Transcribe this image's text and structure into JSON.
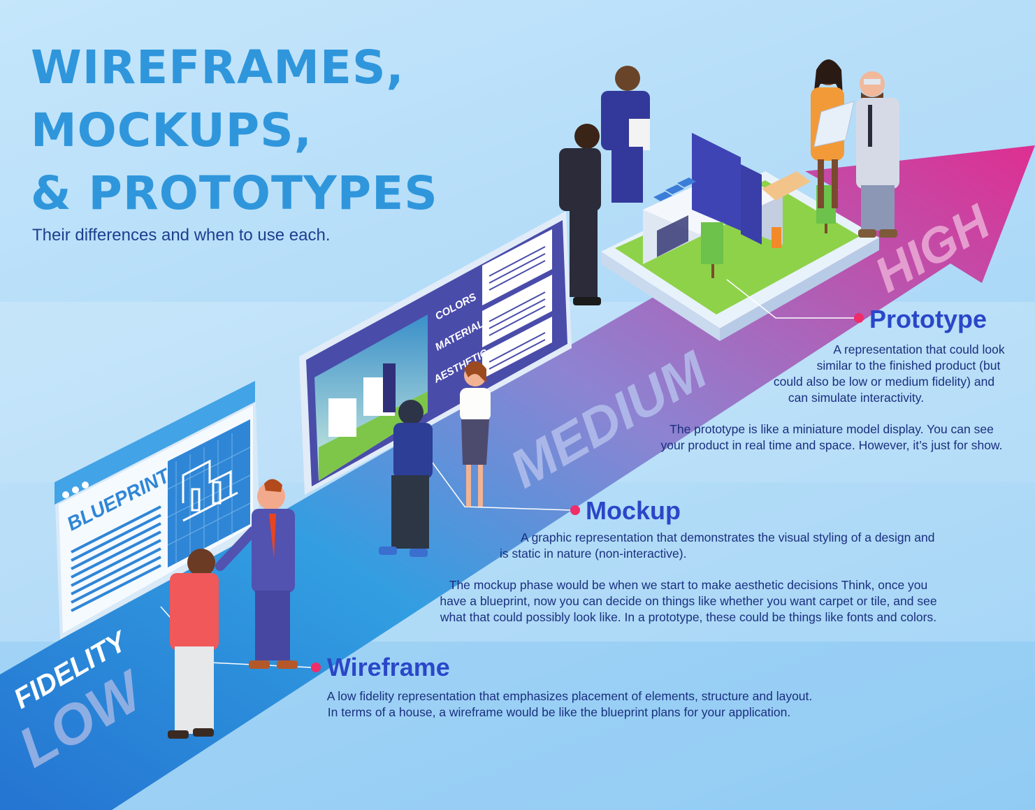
{
  "header": {
    "title_line1": "WIREFRAMES,",
    "title_line2": "MOCKUPS,",
    "title_line3": "& PROTOTYPES",
    "subtitle": "Their differences and when to use each."
  },
  "axis": {
    "name": "FIDELITY",
    "levels": [
      "LOW",
      "MEDIUM",
      "HIGH"
    ]
  },
  "sections": {
    "prototype": {
      "heading": "Prototype",
      "description": [
        "A representation that could look",
        "similar to the finished product (but",
        "could also be low or medium fidelity) and",
        "can simulate interactivity."
      ],
      "analogy": [
        "The prototype is like a miniature model display. You can see",
        "your product in real time and space. However, it’s just for show."
      ]
    },
    "mockup": {
      "heading": "Mockup",
      "description": [
        "A graphic representation that  demonstrates the visual styling of a design and",
        "is static in nature (non-interactive)."
      ],
      "analogy": [
        "The mockup phase would be when we start to make aesthetic decisions  Think, once you",
        "have a blueprint, now you can decide on things like whether you want carpet or tile, and see",
        "what that could possibly look like. In a prototype, these could be things like fonts and colors."
      ]
    },
    "wireframe": {
      "heading": "Wireframe",
      "description": [
        "A low fidelity representation that emphasizes placement of elements, structure and layout.",
        "In terms of a house, a wireframe would be like the blueprint plans for your application."
      ]
    }
  },
  "illustration": {
    "blueprint_screen_label": "BLUEPRINT",
    "mockup_screen_labels": [
      "COLORS",
      "MATERIALS",
      "AESTHETIC"
    ]
  },
  "colors": {
    "title": "#2f96dc",
    "heading": "#2a47c8",
    "body_text": "#1a2f7e",
    "bullet": "#ee2d6a",
    "arrow_start": "#1e7fd6",
    "arrow_end": "#e02a8e"
  }
}
